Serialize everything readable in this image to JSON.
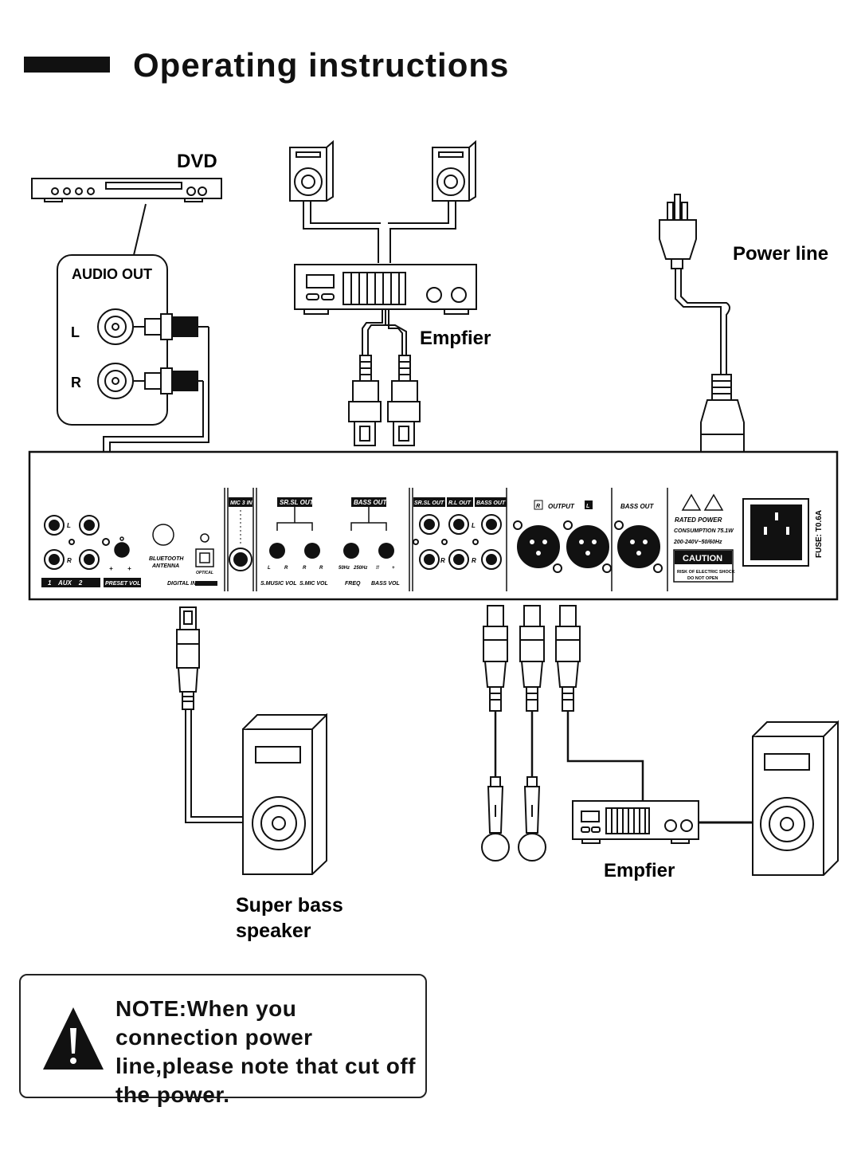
{
  "title": "Operating instructions",
  "labels": {
    "dvd": "DVD",
    "audio_out": "AUDIO OUT",
    "channel_l": "L",
    "channel_r": "R",
    "power_line": "Power line",
    "amplifier_top": "Empfier",
    "amplifier_bottom": "Empfier",
    "super_bass_line1": "Super bass",
    "super_bass_line2": "speaker"
  },
  "panel": {
    "aux": "1    AUX    2",
    "preset_vol": "PRESET VOL",
    "bluetooth_line1": "BLUETOOTH",
    "bluetooth_line2": "ANTENNA",
    "optical": "OPTICAL",
    "digital_in": "DIGITAL IN",
    "mic3_in": "MIC 3 IN",
    "sr_sl_out": "SR.SL OUT",
    "bass_out": "BASS OUT",
    "rl_out": "R.L OUT",
    "output": "OUTPUT",
    "bass_out_xlr": "BASS OUT",
    "s_music_vol": "S.MUSIC VOL",
    "s_mic_vol": "S.MIC VOL",
    "freq": "FREQ",
    "bass_vol": "BASS VOL",
    "hz50": "50Hz",
    "hz250": "250Hz",
    "rated_power_line1": "RATED POWER",
    "rated_power_line2": "CONSUMPTION 75.1W",
    "voltage": "200-240V~50/60Hz",
    "caution": "CAUTION",
    "risk_line1": "RISK OF ELECTRIC SHOCK",
    "risk_line2": "DO NOT OPEN",
    "fuse": "FUSE: T0.6A"
  },
  "note": {
    "text": "NOTE:When you connection power line,please note that cut off the power."
  }
}
